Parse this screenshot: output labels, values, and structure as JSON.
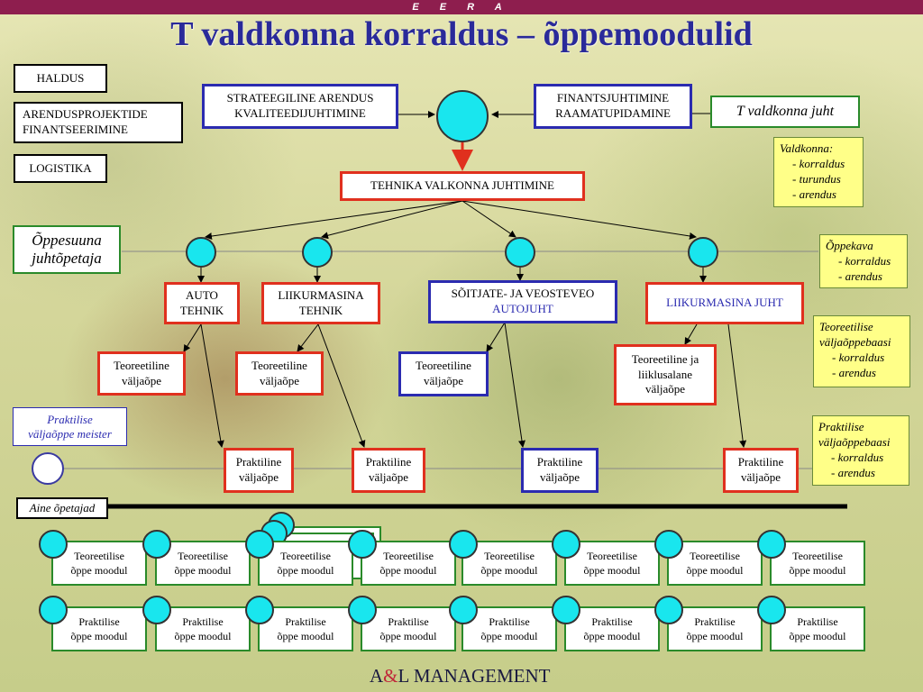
{
  "header": {
    "brand": "E E R A"
  },
  "title": "T  valdkonna korraldus – õppemoodulid",
  "left_boxes": [
    "HALDUS",
    "ARENDUSPROJEKTIDE\nFINANTSEERIMINE",
    "LOGISTIKA"
  ],
  "top": {
    "strategic": "STRATEEGILINE ARENDUS\nKVALITEEDIJUHTIMINE",
    "finance": "FINANTSJUHTIMINE\nRAAMATUPIDAMINE",
    "field_head": "T valdkonna juht",
    "center": "TEHNIKA VALKONNA  JUHTIMINE"
  },
  "notes": {
    "field": {
      "title": "Valdkonna:",
      "items": [
        "- korraldus",
        "- turundus",
        "- arendus"
      ]
    },
    "curriculum": {
      "title": "Õppekava",
      "items": [
        "- korraldus",
        "- arendus"
      ]
    },
    "theory_base": {
      "title": "Teoreetilise\nväljaõppebaasi",
      "items": [
        "- korraldus",
        "- arendus"
      ]
    },
    "practice_base": {
      "title": "Praktilise\nväljaõppebaasi",
      "items": [
        "- korraldus",
        "- arendus"
      ]
    }
  },
  "side_labels": {
    "study_head": "Õppesuuna\njuhtõpetaja",
    "practice_master": "Praktilise\nväljaõppe meister",
    "teachers": "Aine õpetajad"
  },
  "professions": {
    "auto": "AUTO\nTEHNIK",
    "machine": "LIIKURMASINA\nTEHNIK",
    "driver_line1": "SÕITJATE- JA VEOSTEVEO",
    "driver_line2": "AUTOJUHT",
    "machine_driver": "LIIKURMASINA JUHT"
  },
  "training": {
    "theory": "Teoreetiline\nväljaõpe",
    "theory_traffic": "Teoreetiline ja\nliiklusalane\nväljaõpe",
    "practice": "Praktiline\nväljaõpe"
  },
  "modules": {
    "theory": "Teoreetilise\nõppe moodul",
    "practice": "Praktilise\nõppe moodul"
  },
  "footer": {
    "a": "A",
    "amp": "&",
    "rest": "L MANAGEMENT"
  }
}
